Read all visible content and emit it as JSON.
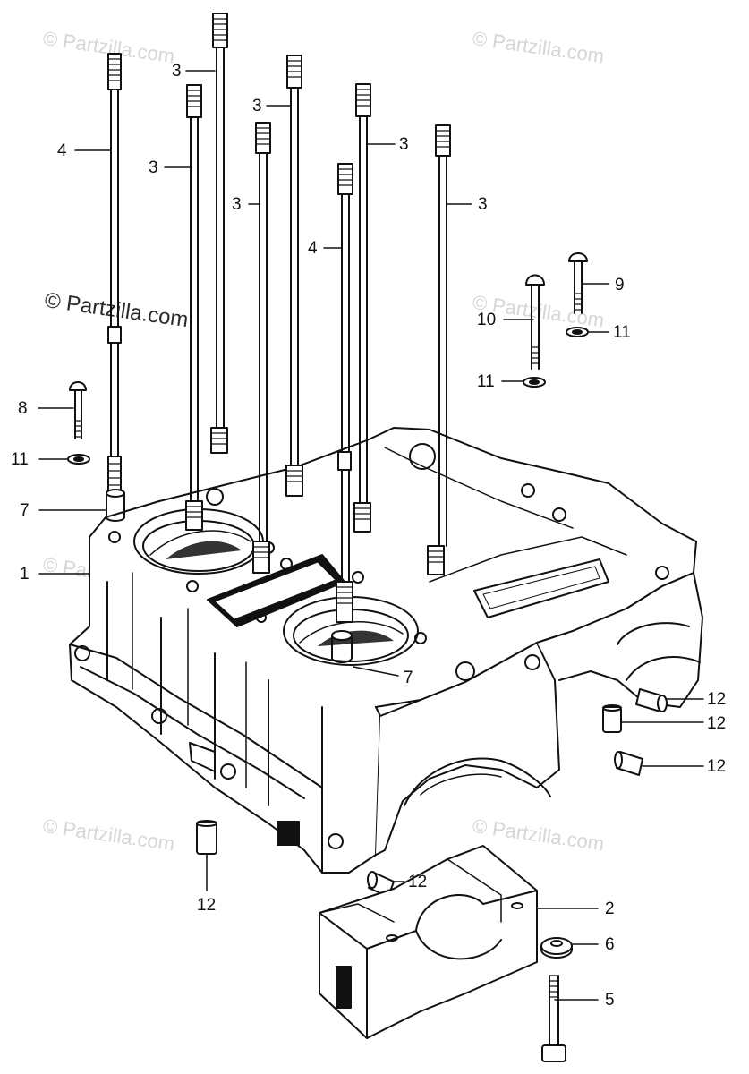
{
  "diagram": {
    "watermark": "© Partzilla.com",
    "callouts": {
      "c1": "1",
      "c2": "2",
      "c3a": "3",
      "c3b": "3",
      "c3c": "3",
      "c3d": "3",
      "c3e": "3",
      "c3f": "3",
      "c4a": "4",
      "c4b": "4",
      "c5": "5",
      "c6": "6",
      "c7a": "7",
      "c7b": "7",
      "c8": "8",
      "c9": "9",
      "c10": "10",
      "c11a": "11",
      "c11b": "11",
      "c11c": "11",
      "c12a": "12",
      "c12b": "12",
      "c12c": "12",
      "c12d": "12",
      "c12e": "12"
    },
    "colors": {
      "ink": "#111111",
      "watermark": "#d6d6d6",
      "background": "#ffffff"
    }
  }
}
